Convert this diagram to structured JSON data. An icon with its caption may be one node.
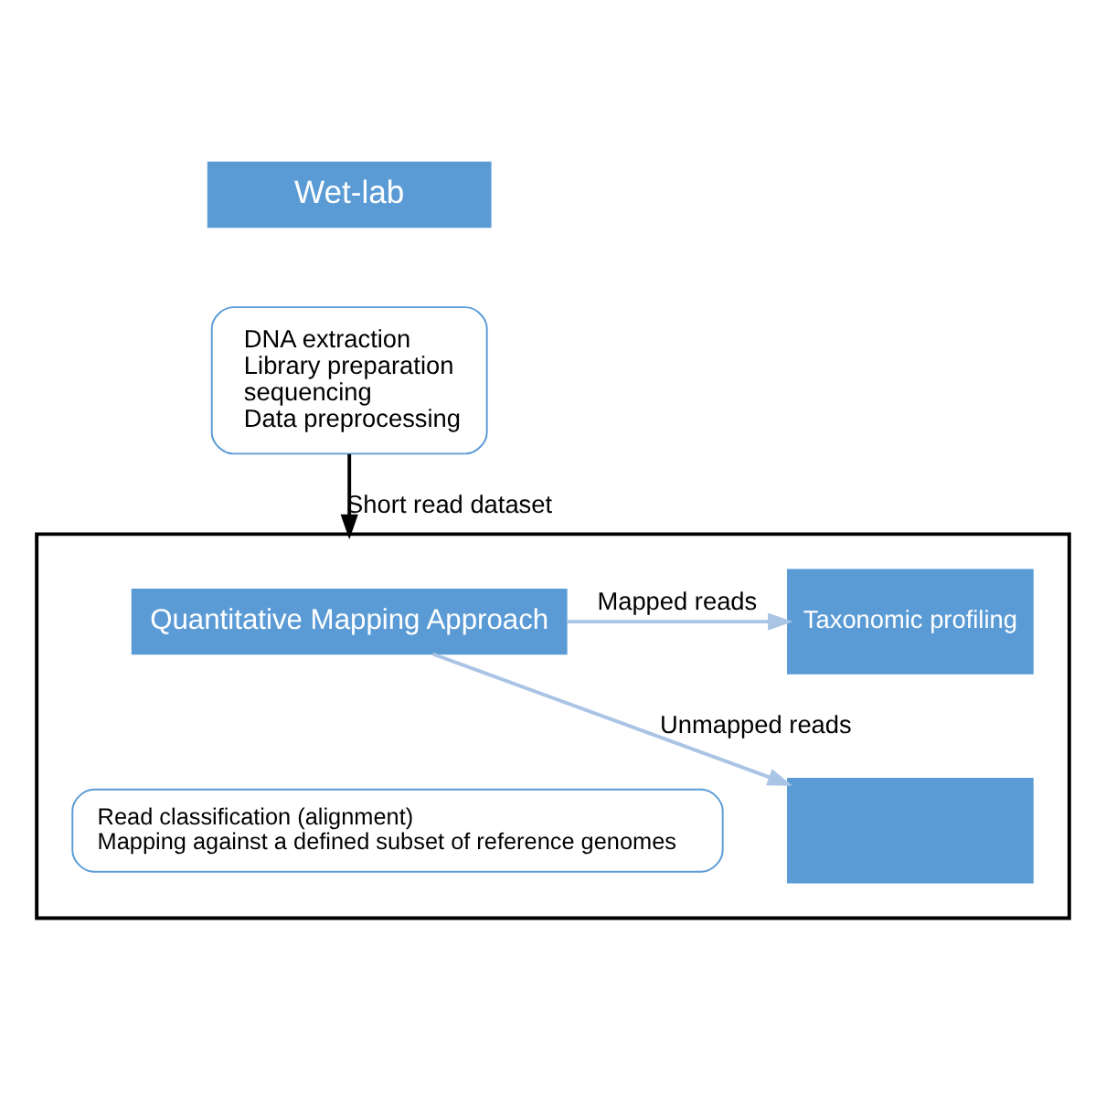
{
  "diagram": {
    "nodes": [
      {
        "text": [
          "Wet-lab"
        ]
      },
      {
        "text": [
          "DNA extraction",
          "Library preparation",
          "sequencing",
          "Data preprocessing"
        ]
      },
      {
        "text": [],
        "shape": "box"
      },
      {
        "text": [
          "Quantitative Mapping Approach"
        ],
        "in": 2
      },
      {
        "text": [
          "Read classification (alignment)",
          "Mapping against a defined subset of reference genomes"
        ],
        "in": 2
      },
      {
        "text": [
          "Taxonomic profiling"
        ],
        "in": 2
      },
      {
        "text": [],
        "shape": "box",
        "in": 2
      }
    ],
    "edges": [
      {
        "from": 1,
        "to": 2,
        "arrow": "to",
        "label": "Short read dataset",
        "color": "#000000"
      },
      {
        "from": 3,
        "to": 5,
        "arrow": "to",
        "label": "Mapped reads"
      },
      {
        "from": 3,
        "to": 6,
        "arrow": "to",
        "label": "Unmapped reads"
      }
    ]
  }
}
